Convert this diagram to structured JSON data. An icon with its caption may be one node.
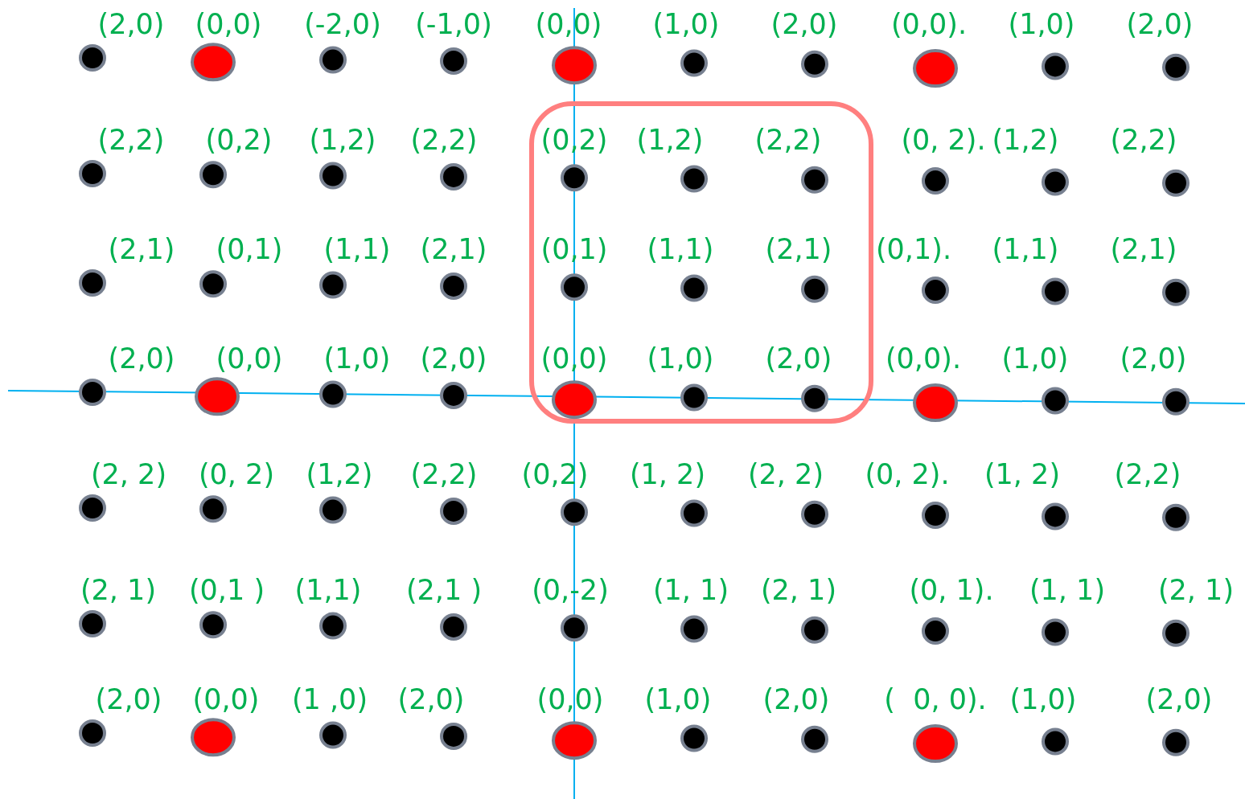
{
  "diagram": {
    "labels": [
      "(2,0)",
      "(0,0)",
      "(-2,0)",
      "(-1,0)",
      "(0,0)",
      "(1,0)",
      "(2,0)",
      "(0,0).",
      "(1,0)",
      "(2,0)",
      "(2,2)",
      "(0,2)",
      "(1,2)",
      "(2,2)",
      "(0,2)",
      "(1,2)",
      "(2,2)",
      "(0, 2).",
      "(1,2)",
      "(2,2)",
      "(2,1)",
      "(0,1)",
      "(1,1)",
      "(2,1)",
      "(0,1)",
      "(1,1)",
      "(2,1)",
      "(0,1).",
      "(1,1)",
      "(2,1)",
      "(2,0)",
      "(0,0)",
      "(1,0)",
      "(2,0)",
      "(0,0)",
      "(1,0)",
      "(2,0)",
      "(0,0).",
      "(1,0)",
      "(2,0)",
      "(2, 2)",
      "(0, 2)",
      "(1,2)",
      "(2,2)",
      "(0,2)",
      "(1, 2)",
      "(2, 2)",
      "(0, 2).",
      "(1, 2)",
      "(2,2)",
      "(2, 1)",
      "(0,1 )",
      "(1,1)",
      "(2,1 )",
      "(0,-2)",
      "(1, 1)",
      "(2, 1)",
      "(0, 1).",
      "(1, 1)",
      "(2, 1)",
      "(2,0)",
      "(0,0)",
      "(1 ,0)",
      "(2,0)",
      "(0,0)",
      "(1,0)",
      "(2,0)",
      "(  0, 0).",
      "(1,0)",
      "(2,0)"
    ]
  }
}
